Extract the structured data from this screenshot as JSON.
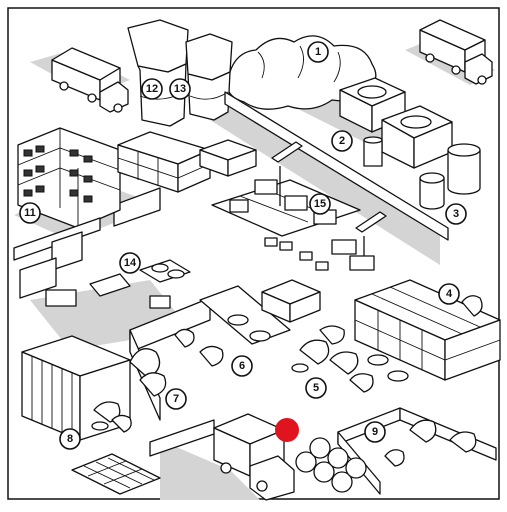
{
  "diagram": {
    "zone_numbers": [
      "1",
      "2",
      "3",
      "4",
      "5",
      "6",
      "7",
      "8",
      "9",
      "11",
      "12",
      "13",
      "14",
      "15"
    ],
    "colors": {
      "marker": "#e0141e",
      "line": "#111111",
      "floor_shadow": "#d4d4d4"
    }
  }
}
